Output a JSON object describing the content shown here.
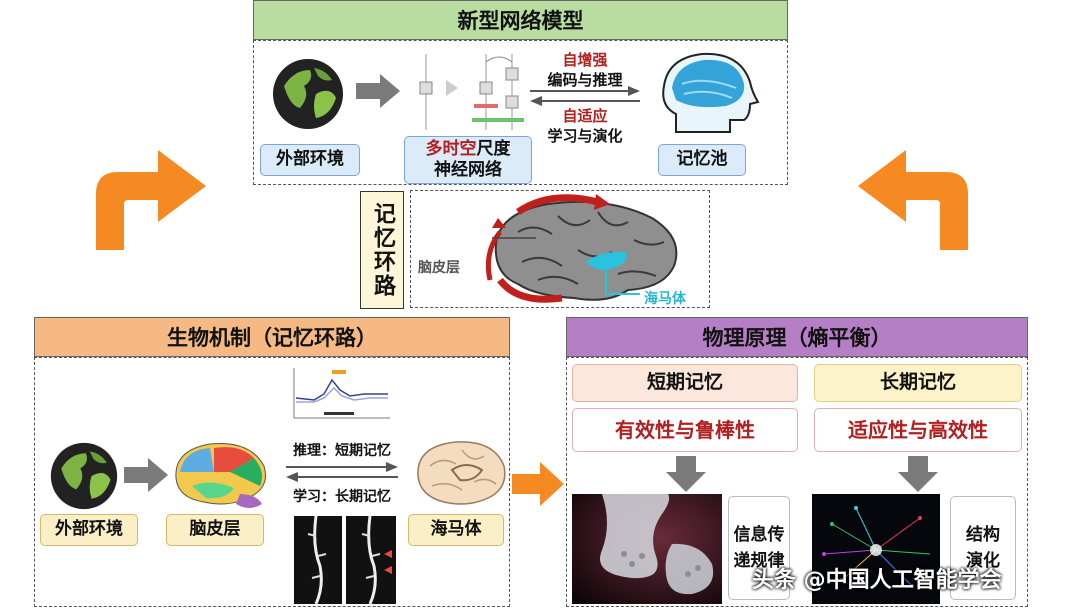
{
  "top": {
    "title": "新型网络模型",
    "env_label": "外部环境",
    "net_label_red": "多时空",
    "net_label_rest": "尺度",
    "net_label_line2": "神经网络",
    "arrow_up_red": "自增强",
    "arrow_up_text": "编码与推理",
    "arrow_down_red": "自适应",
    "arrow_down_text": "学习与演化",
    "pool_label": "记忆池"
  },
  "circuit": {
    "vertical_label": "记忆环路",
    "cortex_label": "脑皮层",
    "hippocampus_label": "海马体"
  },
  "bio": {
    "title": "生物机制（记忆环路）",
    "env_label": "外部环境",
    "cortex_label": "脑皮层",
    "hippocampus_label": "海马体",
    "reasoning_text": "推理：短期记忆",
    "learning_text": "学习：长期记忆"
  },
  "phys": {
    "title": "物理原理（熵平衡）",
    "short_title": "短期记忆",
    "long_title": "长期记忆",
    "short_prop": "有效性与鲁棒性",
    "long_prop": "适应性与高效性",
    "short_side": "信息传递规律",
    "long_side": "结构演化"
  },
  "watermark": "头条 @中国人工智能学会",
  "colors": {
    "top_title_bg": "#b9dca0",
    "bio_title_bg": "#f6b983",
    "phys_title_bg": "#b57fc6",
    "orange_arrow": "#f58a23",
    "gray_arrow": "#7a7a7a",
    "red_accent": "#b02020",
    "cyan_accent": "#27c3df"
  }
}
